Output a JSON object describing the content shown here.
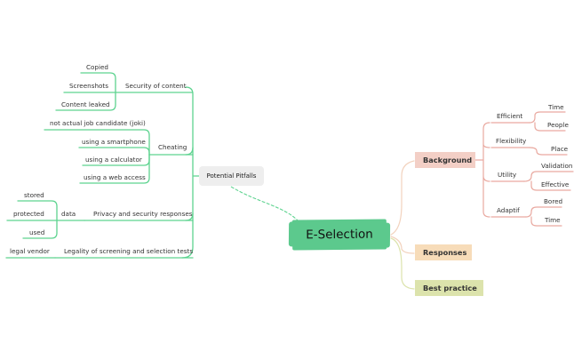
{
  "title": "E-Selection",
  "pitfalls": {
    "label": "Potential Pitfalls",
    "security": {
      "label": "Security of content",
      "children": [
        "Copied",
        "Screenshots",
        "Content leaked"
      ]
    },
    "cheating": {
      "label": "Cheating",
      "children": [
        "not actual job candidate (joki)",
        "using a smartphone",
        "using a calculator",
        "using a web access"
      ]
    },
    "privacy": {
      "label": "Privacy and security responses",
      "data_label": "data",
      "data_children": [
        "stored",
        "protected",
        "used"
      ]
    },
    "legality": {
      "label": "Legality of screening and selection tests",
      "child": "legal vendor"
    }
  },
  "right": {
    "background": {
      "label": "Background",
      "efficient": {
        "label": "Efficient",
        "children": [
          "Time",
          "People"
        ]
      },
      "flexibility": {
        "label": "Flexibility",
        "children": [
          "Place"
        ]
      },
      "utility": {
        "label": "Utility",
        "children": [
          "Validation",
          "Effective"
        ]
      },
      "adaptif": {
        "label": "Adaptif",
        "children": [
          "Bored",
          "Time"
        ]
      }
    },
    "responses": {
      "label": "Responses"
    },
    "best_practice": {
      "label": "Best practice"
    }
  },
  "colors": {
    "central": "#5cc98d",
    "left_branch": "#5dd38f",
    "background_branch": "#e9a9a0",
    "responses_branch": "#f2c99a",
    "best_practice_branch": "#c9d48f"
  }
}
